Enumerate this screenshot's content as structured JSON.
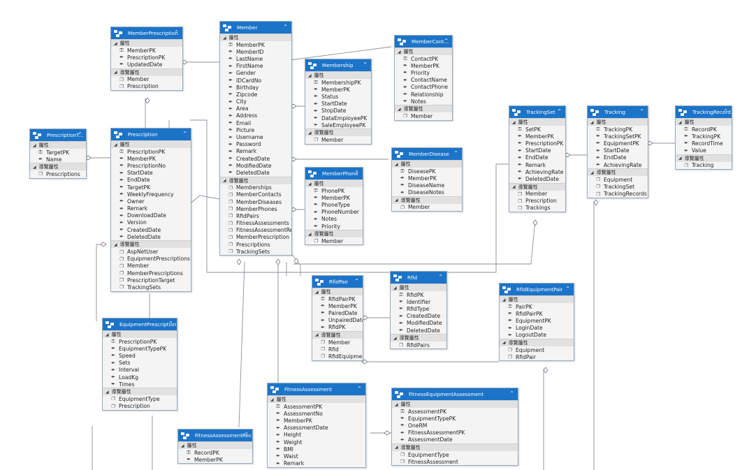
{
  "labels": {
    "props": "屬性",
    "nav": "導覽屬性"
  },
  "entities": {
    "memberPrescription": {
      "title": "MemberPrescription",
      "props": [
        "MemberPK",
        "PrescriptionPK",
        "UpdatedDate"
      ],
      "nav": [
        "Member",
        "Prescription"
      ]
    },
    "member": {
      "title": "Member",
      "props": [
        "MemberPK",
        "MemberID",
        "LastName",
        "FirstName",
        "Gender",
        "IDCardNo",
        "Birthday",
        "Zipcode",
        "City",
        "Area",
        "Address",
        "Email",
        "Picture",
        "Username",
        "Password",
        "Remark",
        "CreatedDate",
        "ModifiedDate",
        "DeletedDate"
      ],
      "nav": [
        "Memberships",
        "MemberContacts",
        "MemberDiseases",
        "MemberPhones",
        "RfidPairs",
        "FitnessAssessments",
        "FitnessAssessmentRe...",
        "MemberPrescription",
        "Prescriptions",
        "TrackingSets"
      ]
    },
    "memberContact": {
      "title": "MemberCont...",
      "props": [
        "ContactPK",
        "MemberPK",
        "Priority",
        "ContactName",
        "ContactPhone",
        "Relationship",
        "Notes"
      ],
      "nav": [
        "Member"
      ]
    },
    "membership": {
      "title": "Membership",
      "props": [
        "MembershipPK",
        "MemberPK",
        "Status",
        "StartDate",
        "StopDate",
        "DataEmployeePK",
        "SaleEmployeePK"
      ],
      "nav": [
        "Member"
      ]
    },
    "memberDisease": {
      "title": "MemberDisease",
      "props": [
        "DiseasePK",
        "MemberPK",
        "DiseaseName",
        "DiseaseNotes"
      ],
      "nav": [
        "Member"
      ]
    },
    "memberPhone": {
      "title": "MemberPhone",
      "props": [
        "PhonePK",
        "MemberPK",
        "PhoneType",
        "PhoneNumber",
        "Notes",
        "Priority"
      ],
      "nav": [
        "Member"
      ]
    },
    "prescriptionTarget": {
      "title": "PrescriptionT...",
      "props": [
        "TargetPK",
        "Name"
      ],
      "nav": [
        "Prescriptions"
      ]
    },
    "prescription": {
      "title": "Prescription",
      "props": [
        "PrescriptionPK",
        "MemberPK",
        "PrescriptionNo",
        "StartDate",
        "EndDate",
        "TargetPK",
        "WeeklyFrequency",
        "Owner",
        "Remark",
        "DownloadDate",
        "Version",
        "CreatedDate",
        "DeletedDate"
      ],
      "nav": [
        "AspNetUser",
        "EquipmentPrescriptions",
        "Member",
        "MemberPrescriptions",
        "PrescriptionTarget",
        "TrackingSets"
      ]
    },
    "equipmentPrescription": {
      "title": "EquipmentPrescription",
      "props": [
        "PrescriptionPK",
        "EquipmentTypePK",
        "Speed",
        "Sets",
        "Interval",
        "LoadKg",
        "Times"
      ],
      "nav": [
        "EquipmentType",
        "Prescription"
      ]
    },
    "trackingSet": {
      "title": "TrackingSet",
      "props": [
        "SetPK",
        "MemberPK",
        "PrescriptionPK",
        "StartDate",
        "EndDate",
        "Remark",
        "AchievingRate",
        "DeletedDate"
      ],
      "nav": [
        "Member",
        "Prescription",
        "Trackings"
      ]
    },
    "tracking": {
      "title": "Tracking",
      "props": [
        "TrackingPK",
        "TrackingSetPK",
        "EquipmentPK",
        "StartDate",
        "EndDate",
        "AchievingRate"
      ],
      "nav": [
        "Equipment",
        "TrackingSet",
        "TrackingRecords"
      ]
    },
    "trackingRecord": {
      "title": "TrackingRecord",
      "props": [
        "RecordPK",
        "TrackingPK",
        "RecordTime",
        "Value"
      ],
      "nav": [
        "Tracking"
      ]
    },
    "rfidPair": {
      "title": "RfidPair",
      "props": [
        "RfidPairPK",
        "MemberPK",
        "PairedDate",
        "UnpairedDate",
        "RfidPK"
      ],
      "nav": [
        "Member",
        "Rfid",
        "RfidEquipment..."
      ]
    },
    "rfid": {
      "title": "Rfid",
      "props": [
        "RfidPK",
        "Identifier",
        "RfidType",
        "CreatedDate",
        "ModifiedDate",
        "DeletedDate"
      ],
      "nav": [
        "RfidPairs"
      ]
    },
    "rfidEquipmentPair": {
      "title": "RfidEquipmentPair",
      "props": [
        "PairPK",
        "RfidPairPK",
        "EquipmentPK",
        "LoginDate",
        "LogoutDate"
      ],
      "nav": [
        "Equipment",
        "RfidPair"
      ]
    },
    "fitnessAssessment": {
      "title": "FitnessAssessment",
      "props": [
        "AssessmentPK",
        "AssessmentNo",
        "MemberPK",
        "AssessmentDate",
        "Height",
        "Weight",
        "BMI",
        "Waist",
        "Remark"
      ],
      "nav": []
    },
    "fitnessEquipmentAssessment": {
      "title": "FitnessEquipmentAssessment",
      "props": [
        "AssessmentPK",
        "EquipmentTypePK",
        "OneRM",
        "FitnessAssessmentPK",
        "AssessmentDate"
      ],
      "nav": [
        "EquipmentType",
        "FitnessAssessment"
      ]
    },
    "fitnessAssessmentRecord": {
      "title": "FitnessAssessmentRec...",
      "props": [
        "RecordPK",
        "MemberPK"
      ],
      "nav": []
    }
  }
}
